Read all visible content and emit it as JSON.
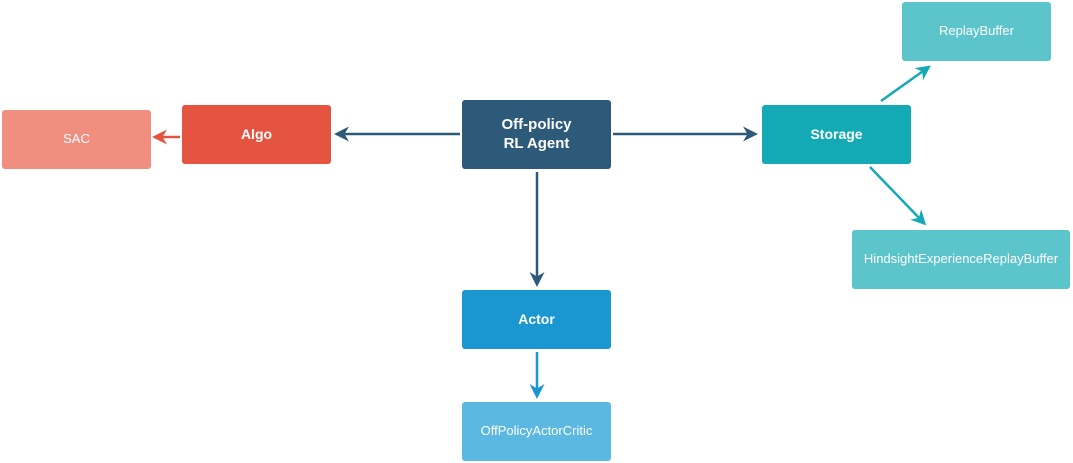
{
  "nodes": {
    "agent": {
      "line1": "Off-policy",
      "line2": "RL Agent",
      "color": "#2e5a7a"
    },
    "algo": {
      "label": "Algo",
      "color": "#e55441"
    },
    "sac": {
      "label": "SAC",
      "color": "#f08f80"
    },
    "storage": {
      "label": "Storage",
      "color": "#14aab5"
    },
    "replay": {
      "label": "ReplayBuffer",
      "color": "#5cc5cc"
    },
    "her": {
      "label": "HindsightExperienceReplayBuffer",
      "color": "#5cc5cc"
    },
    "actor": {
      "label": "Actor",
      "color": "#1a96d1"
    },
    "opac": {
      "label": "OffPolicyActorCritic",
      "color": "#5bb8e0"
    }
  },
  "edge_colors": {
    "agent": "#2e5a7a",
    "algo": "#e55441",
    "storage": "#14aab5",
    "actor": "#1a96d1"
  }
}
